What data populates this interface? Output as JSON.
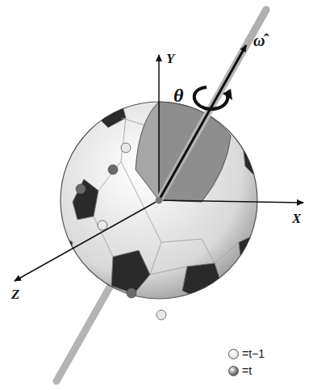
{
  "diagram": {
    "labels": [
      "Y",
      "X",
      "Z",
      "θ",
      "ω̂"
    ],
    "legend": [
      {
        "text": "=t−1",
        "color": "#e4e4e4"
      },
      {
        "text": "=t",
        "color": "#6a6a6a"
      }
    ]
  }
}
